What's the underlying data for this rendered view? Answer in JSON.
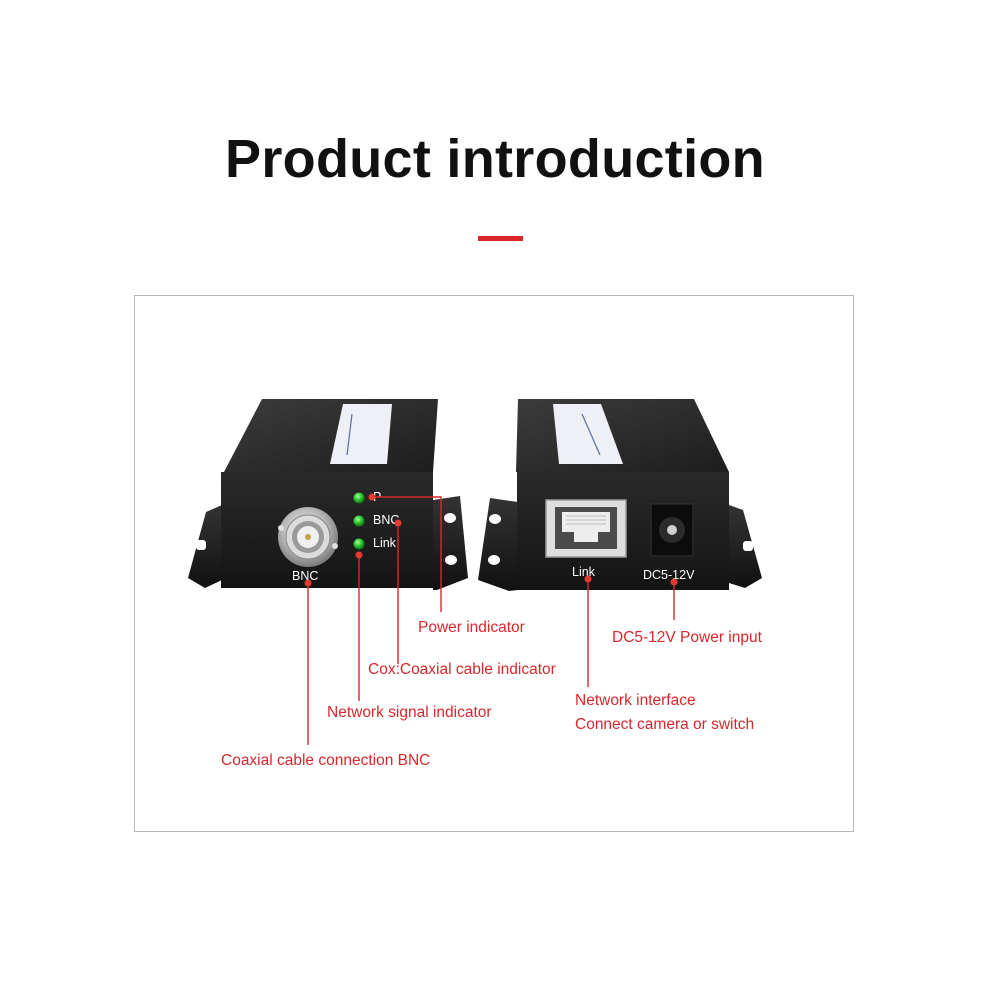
{
  "title": "Product introduction",
  "colors": {
    "accent": "#d9272b",
    "label": "#d9272b",
    "device": "#1e1e1e",
    "led": "#29c22c"
  },
  "devices": {
    "left_unit": {
      "led_labels": [
        "P",
        "BNC",
        "Link"
      ],
      "port_label": "BNC"
    },
    "right_unit": {
      "port_labels": [
        "Link",
        "DC5-12V"
      ]
    }
  },
  "callouts": {
    "power_indicator": "Power indicator",
    "coaxial_indicator": "Cox:Coaxial cable indicator",
    "network_signal": "Network signal indicator",
    "coaxial_bnc": "Coaxial cable connection BNC",
    "network_interface": [
      "Network interface",
      "Connect camera or switch"
    ],
    "power_input": "DC5-12V Power input"
  }
}
